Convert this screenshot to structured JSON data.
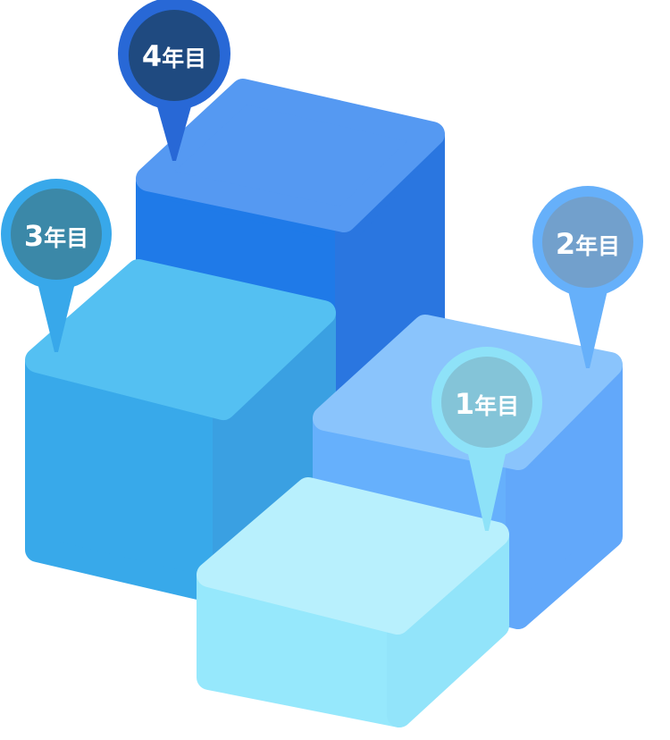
{
  "colors": {
    "year4": {
      "top": "#5599f2",
      "front": "#1f7ae8",
      "side": "#2a76e0",
      "pin_outer": "#2868d6",
      "pin_inner": "#1f4a80"
    },
    "year3": {
      "top": "#54c0f2",
      "front": "#38a9ea",
      "side": "#3aa0e2",
      "pin_outer": "#38a8ea",
      "pin_inner": "#3b88a8"
    },
    "year2": {
      "top": "#8ac4fc",
      "front": "#66b0fc",
      "side": "#62a8fa",
      "pin_outer": "#66b0fa",
      "pin_inner": "#72a0cc"
    },
    "year1": {
      "top": "#b8f0fd",
      "front": "#96e8fc",
      "side": "#92e4fa",
      "pin_outer": "#8ee2f8",
      "pin_inner": "#84c4d8"
    }
  },
  "pins": [
    {
      "number": "4",
      "suffix": "年目"
    },
    {
      "number": "3",
      "suffix": "年目"
    },
    {
      "number": "2",
      "suffix": "年目"
    },
    {
      "number": "1",
      "suffix": "年目"
    }
  ]
}
